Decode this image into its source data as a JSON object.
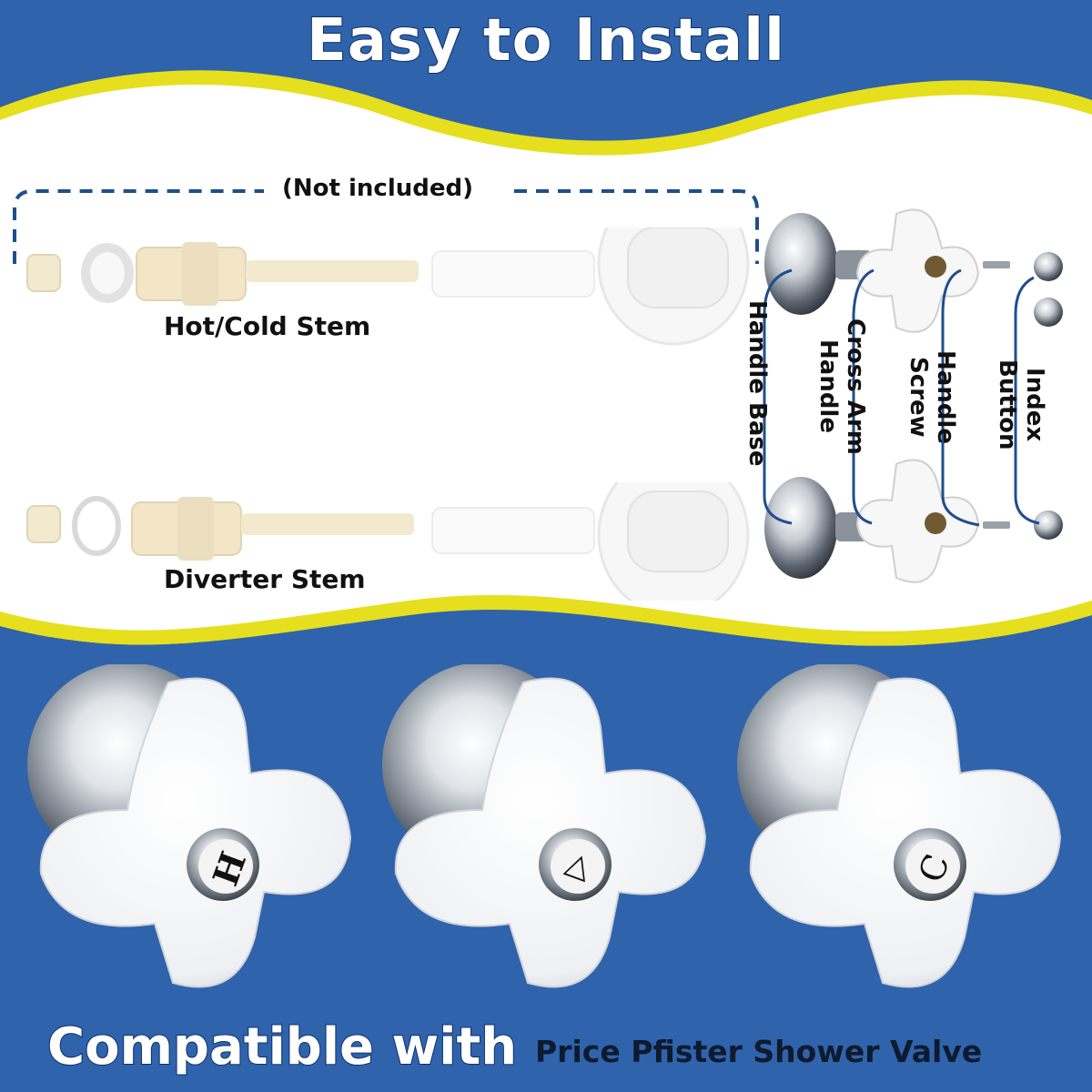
{
  "title": "Easy to Install",
  "not_included": "(Not included)",
  "stems": {
    "hot_cold": "Hot/Cold Stem",
    "diverter": "Diverter Stem"
  },
  "parts": {
    "handle_base": "Handle Base",
    "cross_arm_handle": "Cross Arm\nHandle",
    "handle_screw": "Handle\nScrew",
    "index_button": "Index\nButton"
  },
  "index_marks": {
    "cold": "C",
    "hot": "H",
    "diverter": "▷"
  },
  "footer": {
    "compatible": "Compatible with",
    "product": "Price Pfister Shower Valve"
  },
  "colors": {
    "background_blue": "#2f63ac",
    "wave_yellow": "#e6df1e",
    "dashed_line": "#1f4e8c"
  }
}
